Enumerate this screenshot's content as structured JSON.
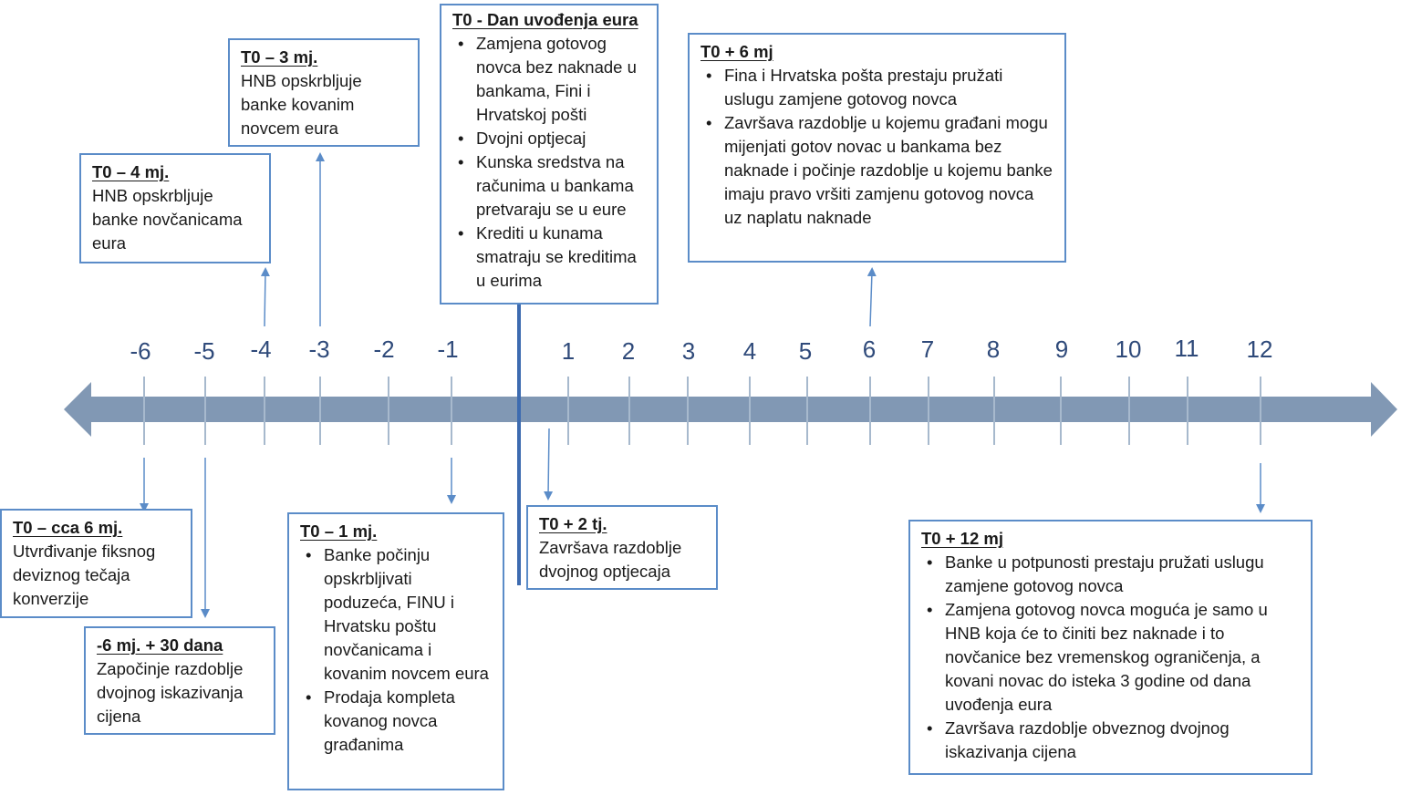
{
  "colors": {
    "axis": "#8198b4",
    "tick": "#a7b9cd",
    "arrow": "#5b8cc8",
    "box_border": "#5b8cc8",
    "tick_label": "#2f4a7a",
    "t0_line": "#3d6bb0"
  },
  "timeline": {
    "ticks": [
      "-6",
      "-5",
      "-4",
      "-3",
      "-2",
      "-1",
      "1",
      "2",
      "3",
      "4",
      "5",
      "6",
      "7",
      "8",
      "9",
      "10",
      "11",
      "12"
    ]
  },
  "boxes": {
    "t0": {
      "title": "T0 - Dan uvođenja eura",
      "items": [
        "Zamjena gotovog novca bez naknade u bankama, Fini i Hrvatskoj pošti",
        "Dvojni optjecaj",
        "Kunska sredstva na računima u bankama pretvaraju se u eure",
        "Krediti u kunama smatraju se kreditima u eurima"
      ]
    },
    "m3": {
      "title": "T0 –  3 mj.",
      "text": "HNB opskrbljuje banke kovanim novcem eura"
    },
    "m4": {
      "title": "T0 –  4 mj.",
      "text": "HNB opskrbljuje banke novčanicama eura"
    },
    "p6": {
      "title": "T0 + 6 mj",
      "items": [
        "Fina i Hrvatska pošta prestaju pružati uslugu zamjene gotovog novca",
        "Završava razdoblje u kojemu građani mogu mijenjati gotov novac u bankama bez naknade i počinje razdoblje u kojemu banke imaju pravo vršiti zamjenu gotovog novca uz naplatu naknade"
      ]
    },
    "m6": {
      "title": "T0 – cca 6 mj.",
      "text": "Utvrđivanje fiksnog deviznog tečaja konverzije"
    },
    "m6d30": {
      "title": "-6 mj. + 30 dana",
      "text": "Započinje razdoblje dvojnog iskazivanja cijena"
    },
    "m1": {
      "title": "T0 – 1 mj.",
      "items": [
        "Banke počinju opskrbljivati poduzeća, FINU i Hrvatsku poštu novčanicama i kovanim novcem eura",
        "Prodaja kompleta kovanog novca građanima"
      ]
    },
    "p2w": {
      "title": "T0 + 2 tj.",
      "text": "Završava razdoblje dvojnog optjecaja"
    },
    "p12": {
      "title": "T0 + 12 mj",
      "items": [
        "Banke u potpunosti prestaju pružati uslugu zamjene gotovog novca",
        "Zamjena gotovog novca moguća je samo u HNB koja će to činiti bez naknade i to novčanice bez vremenskog ograničenja, a kovani novac do isteka 3 godine od dana uvođenja eura",
        "Završava razdoblje obveznog dvojnog iskazivanja cijena"
      ]
    }
  }
}
